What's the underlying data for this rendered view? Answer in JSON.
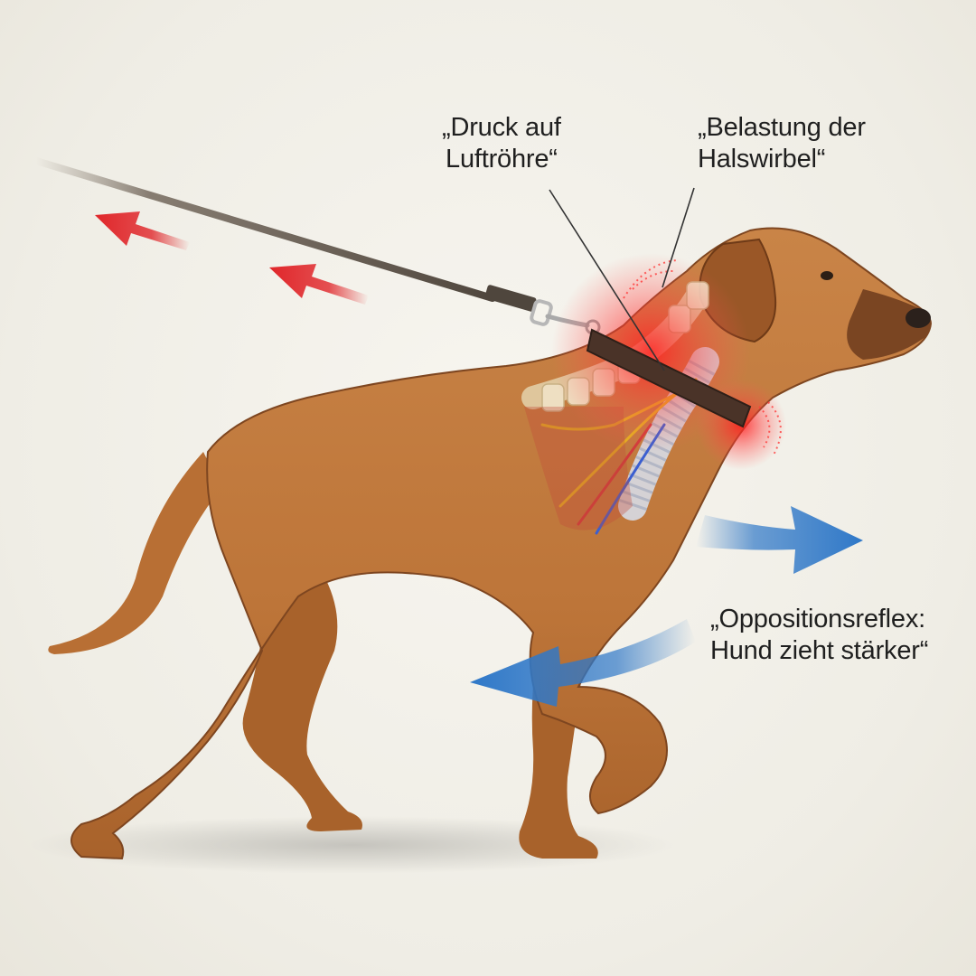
{
  "labels": {
    "trachea": {
      "line1": "„Druck auf",
      "line2": "Luftröhre“"
    },
    "spine": {
      "line1": "„Belastung der",
      "line2": "Halswirbel“"
    },
    "reflex": {
      "line1": "„Oppositionsreflex:",
      "line2": "Hund zieht stärker“"
    }
  },
  "colors": {
    "background": "#f3f1ea",
    "dog_fur": "#c27a3e",
    "dog_fur_dark": "#8e5226",
    "leash": "#5a5046",
    "collar": "#4a3328",
    "pull_arrow": "#e0262a",
    "reflex_arrow": "#2f78c8",
    "pain_glow": "#ff2a2a",
    "spine_bone": "#efe4c4",
    "trachea": "#dcdfe8",
    "nerve": "#e3b21f",
    "label_text": "#1f1f1f"
  },
  "icons": {
    "pull_arrows": "left-arrow-icon",
    "reflex_arrows": "bidirectional-arrow-icon"
  }
}
